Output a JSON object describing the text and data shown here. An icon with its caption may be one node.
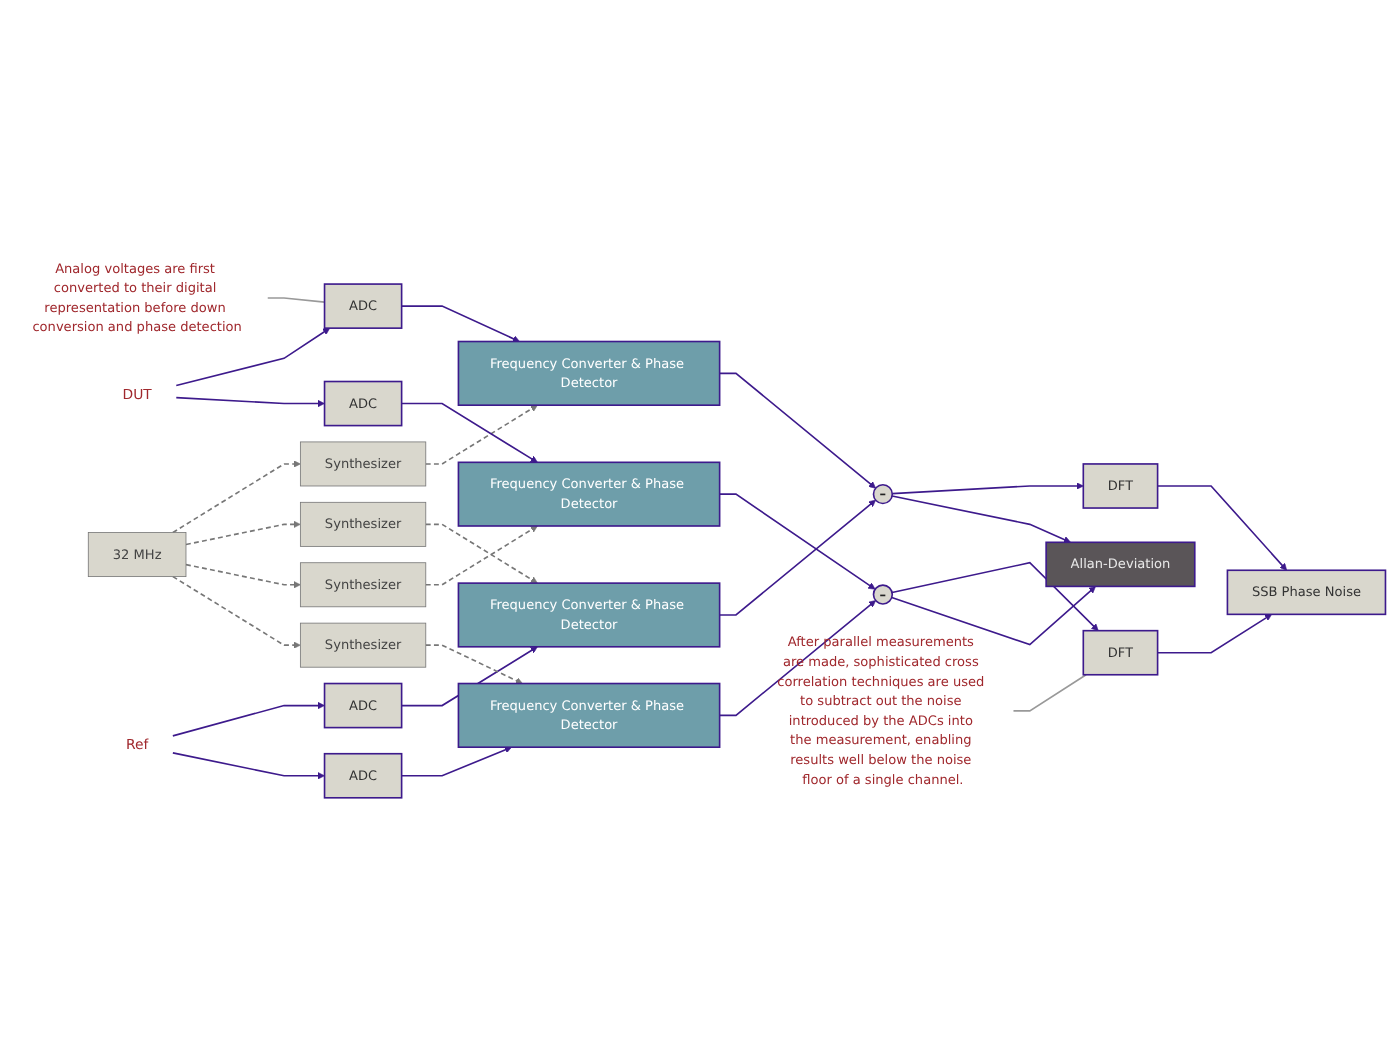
{
  "diagram": {
    "nodes": [
      {
        "text": [
          "DUT"
        ]
      },
      {
        "text": [
          "Ref"
        ]
      },
      {
        "text": [
          "ADC"
        ]
      },
      {
        "text": [
          "ADC"
        ]
      },
      {
        "text": [
          "ADC"
        ]
      },
      {
        "text": [
          "ADC"
        ]
      },
      {
        "text": [
          "Synthesizer"
        ]
      },
      {
        "text": [
          "Synthesizer"
        ]
      },
      {
        "text": [
          "32 MHz"
        ]
      },
      {
        "text": [
          "Synthesizer"
        ]
      },
      {
        "text": [
          "Synthesizer"
        ]
      },
      {
        "text": [
          "Frequency Converter & Phase Detector"
        ]
      },
      {
        "text": [
          "Frequency Converter & Phase Detector"
        ]
      },
      {
        "text": [
          "Frequency Converter & Phase Detector"
        ]
      },
      {
        "text": [
          "Frequency Converter & Phase Detector"
        ]
      },
      {
        "text": [
          "–"
        ]
      },
      {
        "text": [
          "–"
        ]
      },
      {
        "text": [
          "Allan-Deviation"
        ]
      },
      {
        "text": [
          "DFT"
        ]
      },
      {
        "text": [
          "SSB Phase Noise"
        ]
      },
      {
        "text": [
          "DFT"
        ]
      },
      {
        "text": [
          "Analog voltages are first converted to their digital representation before down conversion and phase detection"
        ]
      },
      {
        "text": [
          "After parallel measurements are made, sophisticated cross correlation techniques are used to subtract out the noise introduced by the ADCs into the measurement, enabling results well below the noise floor of a single channel."
        ]
      }
    ],
    "edges": [
      {
        "from": 0,
        "to": 2,
        "arrow": "to"
      },
      {
        "from": 0,
        "to": 4,
        "arrow": "to"
      },
      {
        "from": 1,
        "to": 3,
        "arrow": "to"
      },
      {
        "from": 1,
        "to": 5,
        "arrow": "to"
      },
      {
        "from": 8,
        "to": 6,
        "arrow": "to",
        "style": "dashed",
        "color": "#777777"
      },
      {
        "from": 8,
        "to": 7,
        "arrow": "to",
        "style": "dashed",
        "color": "#777777"
      },
      {
        "from": 8,
        "to": 9,
        "arrow": "to",
        "style": "dashed",
        "color": "#777777"
      },
      {
        "from": 8,
        "to": 10,
        "arrow": "to",
        "style": "dashed",
        "color": "#777777"
      },
      {
        "from": 2,
        "to": 11,
        "arrow": "to"
      },
      {
        "from": 6,
        "to": 11,
        "arrow": "to",
        "style": "dashed",
        "color": "#777777"
      },
      {
        "from": 3,
        "to": 12,
        "arrow": "to"
      },
      {
        "from": 7,
        "to": 12,
        "arrow": "to",
        "style": "dashed",
        "color": "#777777"
      },
      {
        "from": 4,
        "to": 13,
        "arrow": "to"
      },
      {
        "from": 9,
        "to": 13,
        "arrow": "to",
        "style": "dashed",
        "color": "#777777"
      },
      {
        "from": 5,
        "to": 14,
        "arrow": "to"
      },
      {
        "from": 10,
        "to": 14,
        "arrow": "to",
        "style": "dashed",
        "color": "#777777"
      },
      {
        "from": 11,
        "to": 15,
        "arrow": "to"
      },
      {
        "from": 12,
        "to": 15,
        "arrow": "to"
      },
      {
        "from": 13,
        "to": 16,
        "arrow": "to"
      },
      {
        "from": 14,
        "to": 16,
        "arrow": "to"
      },
      {
        "from": 15,
        "to": 18,
        "arrow": "to"
      },
      {
        "from": 15,
        "to": 17,
        "arrow": "to"
      },
      {
        "from": 16,
        "to": 20,
        "arrow": "to"
      },
      {
        "from": 16,
        "to": 17,
        "arrow": "to"
      },
      {
        "from": 18,
        "to": 19,
        "arrow": "to"
      },
      {
        "from": 20,
        "to": 19,
        "arrow": "to"
      },
      {
        "from": 21,
        "to": 2,
        "arrow": "none",
        "color": "#999999"
      },
      {
        "from": 22,
        "to": 20,
        "arrow": "none",
        "color": "#999999"
      }
    ]
  }
}
